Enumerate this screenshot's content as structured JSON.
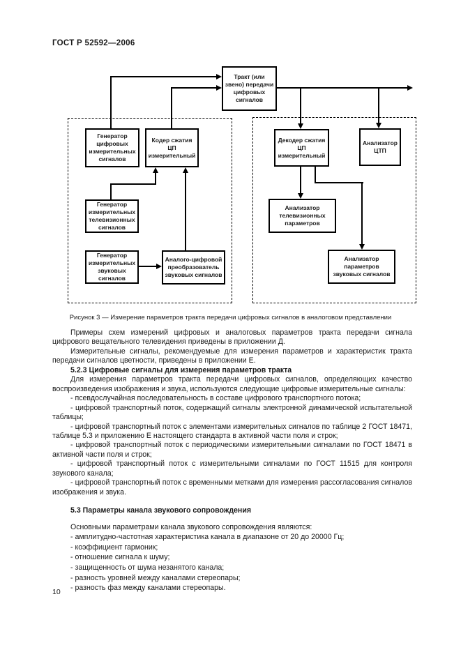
{
  "page": {
    "header": "ГОСТ Р 52592—2006",
    "page_number": "10"
  },
  "figure": {
    "caption": "Рисунок 3 — Измерение параметров тракта передачи цифровых сигналов в аналоговом представлении",
    "boxes": {
      "tract": "Тракт (или звено) передачи цифровых сигналов",
      "gen_digital": "Генератор цифровых измерительных сигналов",
      "coder": "Кодер сжатия ЦП измерительный",
      "gen_tv": "Генератор измерительных телевизионных сигналов",
      "gen_audio": "Генератор измерительных звуковых сигналов",
      "adc": "Аналого-цифровой преобразователь звуковых сигналов",
      "decoder": "Декодер сжатия ЦП измерительный",
      "analyzer_ctp": "Анализатор ЦТП",
      "analyzer_tv": "Анализатор телевизионных параметров",
      "analyzer_audio": "Анализатор параметров звуковых сигналов"
    }
  },
  "body": {
    "p1": "Примеры схем измерений цифровых и аналоговых параметров тракта передачи сигнала цифрового вещательного телевидения приведены в приложении Д.",
    "p2": "Измерительные сигналы, рекомендуемые для измерения параметров и характеристик тракта передачи сигналов цветности, приведены в приложении Е.",
    "h523": "5.2.3 Цифровые сигналы для измерения параметров тракта",
    "p3": "Для измерения параметров тракта передачи цифровых сигналов, определяющих качество воспроизведения изображения и звука, используются следующие цифровые измерительные сигналы:",
    "list523": [
      "- псевдослучайная последовательность в составе цифрового транспортного потока;",
      "- цифровой транспортный поток, содержащий сигналы электронной динамической испытательной таблицы;",
      "- цифровой транспортный поток с элементами измерительных сигналов по таблице 2 ГОСТ 18471, таблице 5.3 и приложению Е настоящего стандарта в активной части поля и строк;",
      "- цифровой транспортный поток с периодическими измерительными сигналами по ГОСТ 18471 в активной части поля и строк;",
      "- цифровой транспортный поток с измерительными сигналами по ГОСТ 11515 для контроля звукового канала;",
      "- цифровой транспортный поток с временными метками для измерения рассогласования сигналов изображения и звука."
    ],
    "h53": "5.3 Параметры канала звукового сопровождения",
    "p4": "Основными параметрами канала звукового сопровождения являются:",
    "list53": [
      "- амплитудно-частотная характеристика канала в диапазоне от 20 до 20000 Гц;",
      "- коэффициент гармоник;",
      "- отношение сигнала к шуму;",
      "- защищенность от шума незанятого канала;",
      "- разность уровней между каналами стереопары;",
      "- разность фаз между каналами стереопары."
    ]
  }
}
